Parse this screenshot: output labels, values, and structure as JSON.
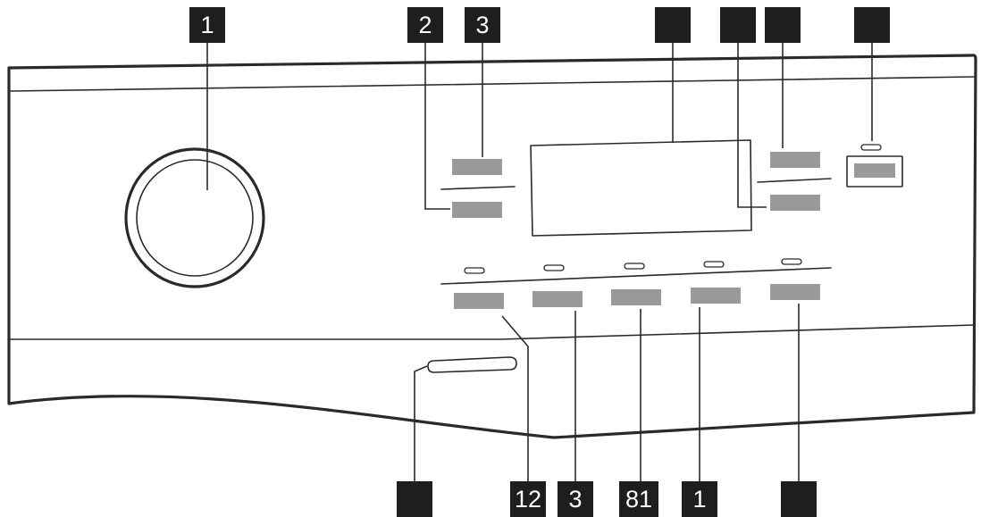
{
  "diagram": {
    "top_callouts": [
      {
        "id": "t1",
        "text": "1",
        "target": "program-selector-dial"
      },
      {
        "id": "t2",
        "text": "2",
        "target": "left-button-lower"
      },
      {
        "id": "t3",
        "text": "3",
        "target": "left-button-upper"
      },
      {
        "id": "t4",
        "text": "",
        "target": "display-panel"
      },
      {
        "id": "t5",
        "text": "",
        "target": "right-button-lower"
      },
      {
        "id": "t6",
        "text": "",
        "target": "right-button-upper"
      },
      {
        "id": "t7",
        "text": "",
        "target": "start-pause-button"
      }
    ],
    "bottom_callouts": [
      {
        "id": "b1",
        "text": "",
        "target": "door-handle-recess"
      },
      {
        "id": "b2",
        "text": "12",
        "target": "option-button-1"
      },
      {
        "id": "b3",
        "text": "3",
        "target": "option-button-2"
      },
      {
        "id": "b4",
        "text": "81",
        "target": "option-button-3"
      },
      {
        "id": "b5",
        "text": "1",
        "target": "option-button-4"
      },
      {
        "id": "b6",
        "text": "",
        "target": "option-button-5"
      }
    ]
  }
}
